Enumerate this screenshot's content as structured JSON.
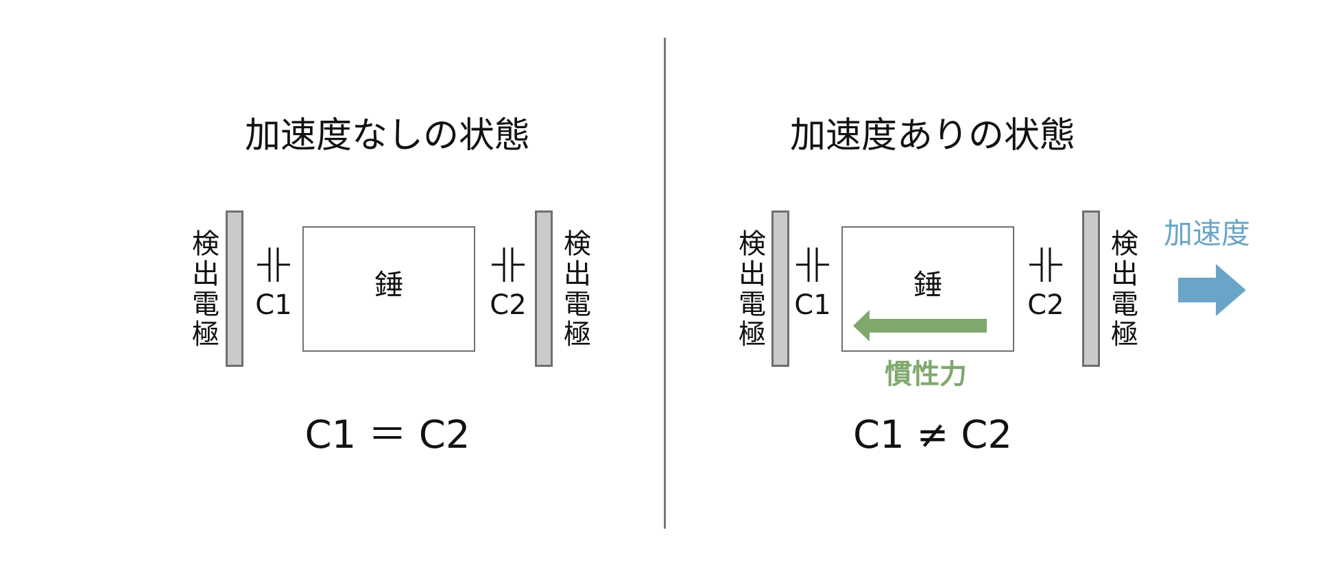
{
  "colors": {
    "text": "#111111",
    "electrode_fill": "#c9caca",
    "electrode_border": "#6e6e6e",
    "mass_border": "#707070",
    "divider": "#777777",
    "acceleration": "#6aa5c7",
    "inertia": "#80a86c"
  },
  "left_panel": {
    "title": "加速度なしの状態",
    "left_electrode_label": [
      "検",
      "出",
      "電",
      "極"
    ],
    "right_electrode_label": [
      "検",
      "出",
      "電",
      "極"
    ],
    "capacitor_left": "C1",
    "capacitor_right": "C2",
    "mass_label": "錘",
    "equation": "C1 ＝ C2"
  },
  "right_panel": {
    "title": "加速度ありの状態",
    "left_electrode_label": [
      "検",
      "出",
      "電",
      "極"
    ],
    "right_electrode_label": [
      "検",
      "出",
      "電",
      "極"
    ],
    "capacitor_left": "C1",
    "capacitor_right": "C2",
    "mass_label": "錘",
    "inertia_label": "慣性力",
    "inertia_arrow_icon": "arrow-left-icon",
    "acceleration_label": "加速度",
    "acceleration_arrow_icon": "arrow-right-icon",
    "equation": "C1 ≠ C2"
  }
}
